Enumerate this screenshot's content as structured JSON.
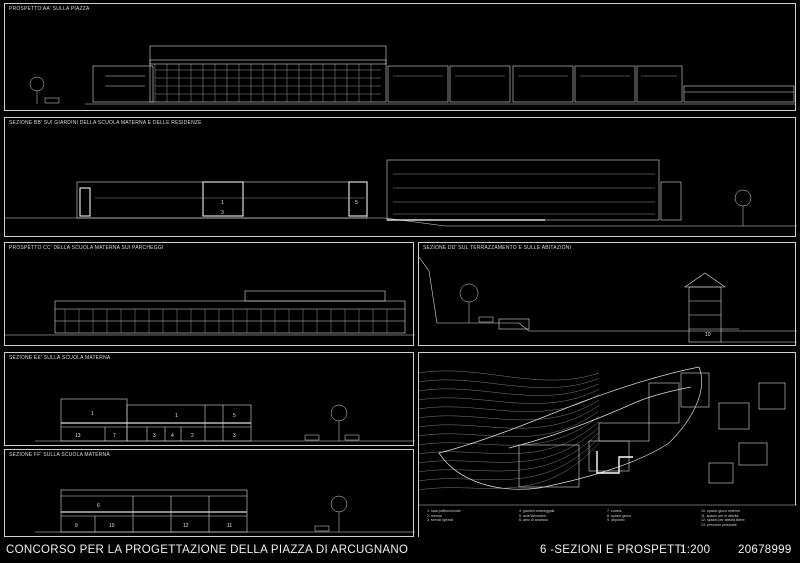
{
  "panels": {
    "p1": {
      "title": "PROSPETTO AA' SULLA PIAZZA"
    },
    "p2": {
      "title": "SEZIONE BB' SUI GIARDINI DELLA SCUOLA MATERNA E DELLE RESIDENZE"
    },
    "p3": {
      "title": "PROSPETTO CC' DELLA SCUOLA MATERNA SUI PARCHEGGI"
    },
    "p4": {
      "title": "SEZIONE DD' SUL TERRAZZAMENTO E SULLE ABITAZIONI"
    },
    "p5": {
      "title": "SEZIONE EE' SULLA SCUOLA MATERNA"
    },
    "p6": {
      "title": "SEZIONE FF' SULLA SCUOLA MATERNA"
    }
  },
  "room_numbers": {
    "bb": [
      "1",
      "3",
      "5"
    ],
    "dd": [
      "10"
    ],
    "ee": [
      "1",
      "1",
      "5",
      "13",
      "7",
      "3",
      "4",
      "2",
      "3"
    ],
    "ff": [
      "6",
      "9",
      "10",
      "12",
      "11"
    ]
  },
  "legend": {
    "col1": [
      "1. sala polifunzionale",
      "2. mensa",
      "3. servizi igienici"
    ],
    "col2": [
      "4. giardini ombreggiati",
      "5. aule/laboratori",
      "6. atrio di accesso"
    ],
    "col3": [
      "7. cucina",
      "8. spazio gioco",
      "9. deposito"
    ],
    "col4": [
      "10. spazio gioco esterno",
      "11. spazio per le attività",
      "12. spazio per attività libere",
      "13. percorso pedonale"
    ]
  },
  "footer": {
    "title": "CONCORSO PER LA  PROGETTAZIONE DELLA  PIAZZA DI ARCUGNANO",
    "sheet": "6 -SEZIONI E PROSPETTI",
    "scale": "1:200",
    "code": "20678999"
  }
}
